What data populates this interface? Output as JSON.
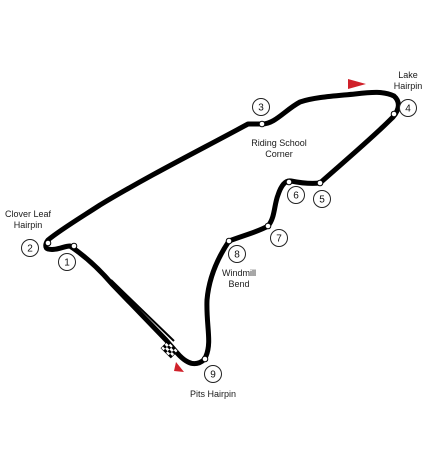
{
  "colors": {
    "track": "#000000",
    "background": "#ffffff",
    "marker": "#d0212a",
    "corner_circle_fill": "#ffffff",
    "corner_circle_stroke": "#222222"
  },
  "corners": [
    {
      "number": "1"
    },
    {
      "number": "2"
    },
    {
      "number": "3"
    },
    {
      "number": "4"
    },
    {
      "number": "5"
    },
    {
      "number": "6"
    },
    {
      "number": "7"
    },
    {
      "number": "8"
    },
    {
      "number": "9"
    }
  ],
  "labels": {
    "clover_leaf": [
      "Clover Leaf",
      "Hairpin"
    ],
    "riding_school": [
      "Riding School",
      "Corner"
    ],
    "lake": [
      "Lake",
      "Hairpin"
    ],
    "windmill": [
      "Windmill",
      "Bend"
    ],
    "pits": [
      "Pits Hairpin"
    ]
  },
  "icons": {
    "start_finish": "checkered-flag-icon",
    "direction": "red-flag-icon"
  }
}
